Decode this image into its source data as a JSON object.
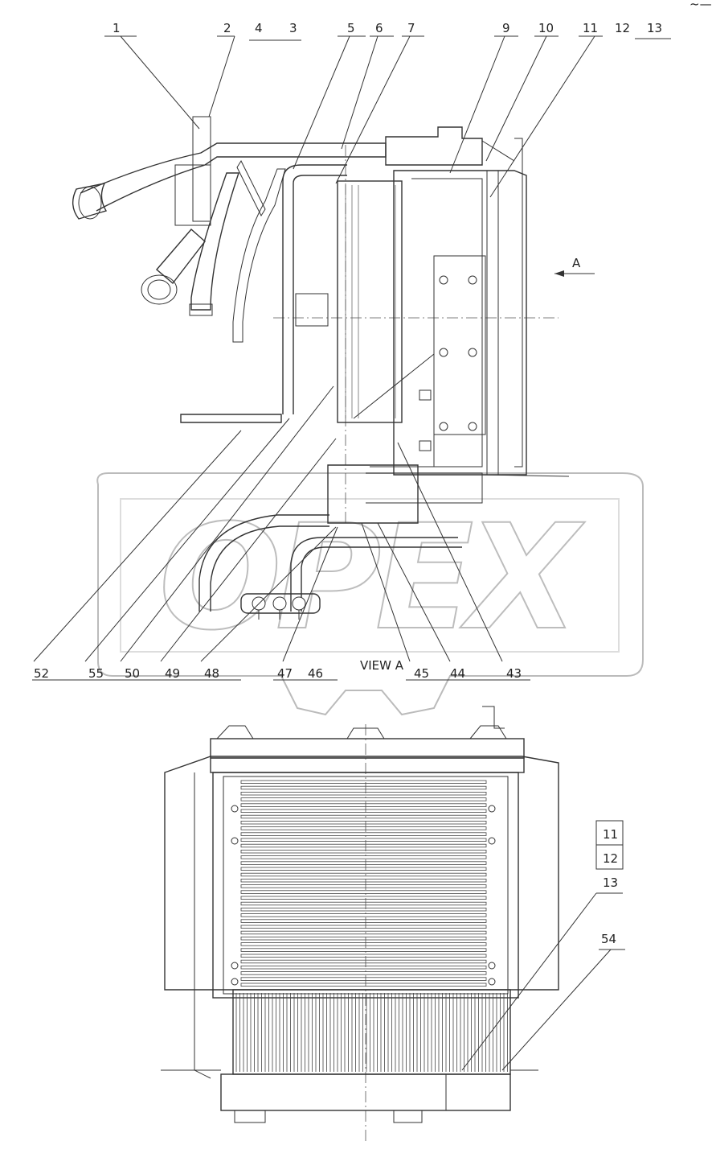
{
  "watermark": "OPEX",
  "view_label": "VIEW A",
  "arrow_label": "A",
  "top_callouts": [
    "1",
    "2",
    "4",
    "3",
    "5",
    "6",
    "7",
    "9",
    "10",
    "11",
    "12",
    "13"
  ],
  "bottom_callouts": [
    "52",
    "55",
    "50",
    "49",
    "48",
    "47",
    "46",
    "45",
    "44",
    "43"
  ],
  "view_a_callouts": [
    "11",
    "12",
    "13",
    "54"
  ],
  "corner_mark": "~—"
}
